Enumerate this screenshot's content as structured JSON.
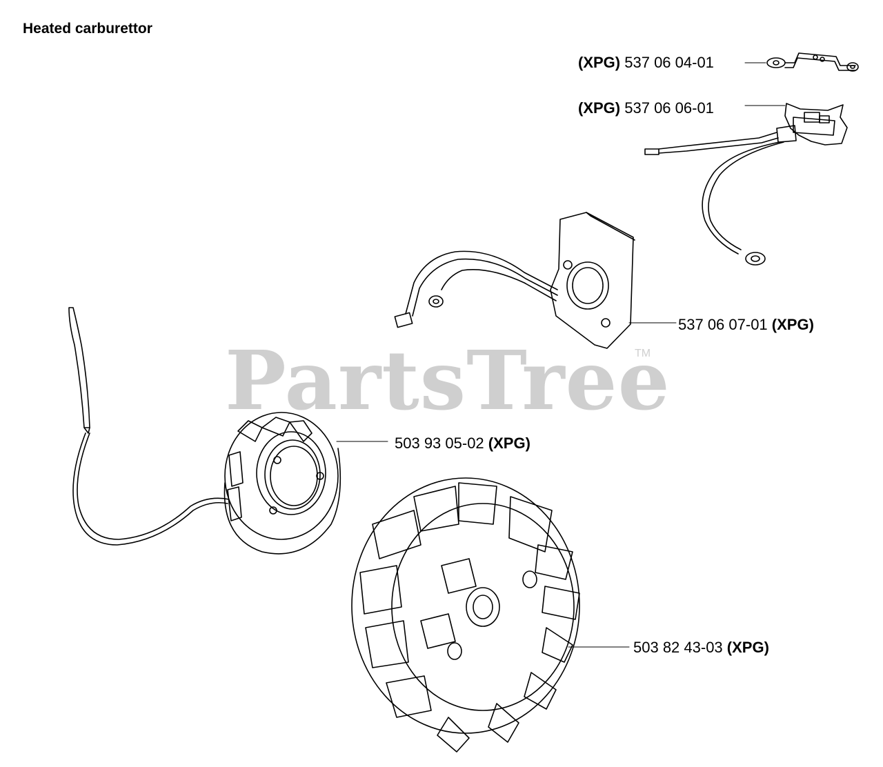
{
  "title": "Heated carburettor",
  "watermark": {
    "text": "PartsTree",
    "trademark": "TM"
  },
  "callouts": [
    {
      "id": "bracket",
      "tag": "(XPG)",
      "part": "537 06 04-01"
    },
    {
      "id": "switch",
      "tag": "(XPG)",
      "part": "537 06 06-01"
    },
    {
      "id": "heater",
      "part": "537 06 07-01",
      "tag": "(XPG)"
    },
    {
      "id": "generator",
      "part": "503 93 05-02",
      "tag": "(XPG)"
    },
    {
      "id": "flywheel",
      "part": "503 82 43-03",
      "tag": "(XPG)"
    }
  ]
}
